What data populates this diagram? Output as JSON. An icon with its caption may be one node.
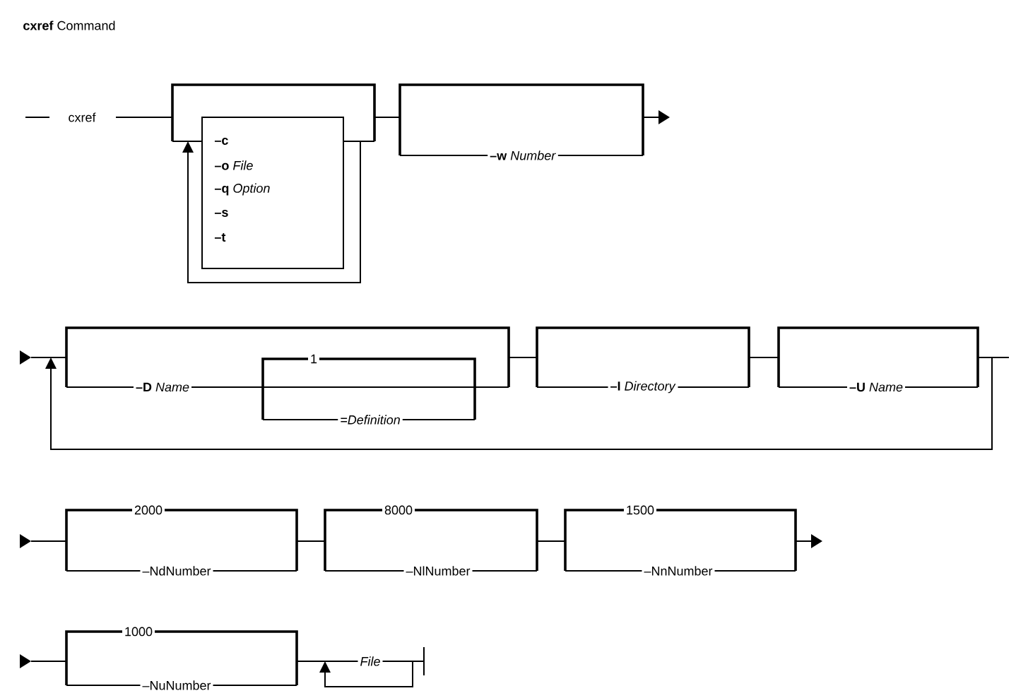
{
  "diagram": {
    "title": "**cxref** Command",
    "labels": [
      "cxref",
      "–c",
      "**–o** *File*",
      "**–q** *Option*",
      "–s",
      "–t",
      "**–w** *Number*",
      "**–D** *Name*",
      "1",
      "=Definition",
      "**–I** *Directory*",
      "**–U** *Name*",
      "2000",
      "–NdNumber",
      "8000",
      "–NlNumber",
      "1500",
      "–NnNumber",
      "1000",
      "–NuNumber",
      "File"
    ]
  }
}
